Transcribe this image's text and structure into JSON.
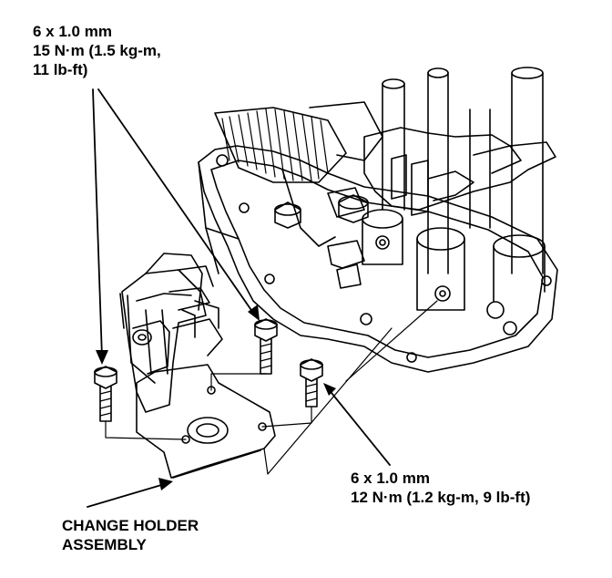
{
  "callouts": {
    "top_bolt_spec": {
      "size": "6 x 1.0 mm",
      "torque_line1": "15 N·m (1.5 kg-m,",
      "torque_line2": "11 lb-ft)"
    },
    "bottom_bolt_spec": {
      "size": "6 x 1.0 mm",
      "torque": "12 N·m (1.2 kg-m, 9 lb-ft)"
    },
    "part_label": {
      "line1": "CHANGE HOLDER",
      "line2": "ASSEMBLY"
    }
  },
  "colors": {
    "ink": "#000000",
    "paper": "#ffffff"
  }
}
